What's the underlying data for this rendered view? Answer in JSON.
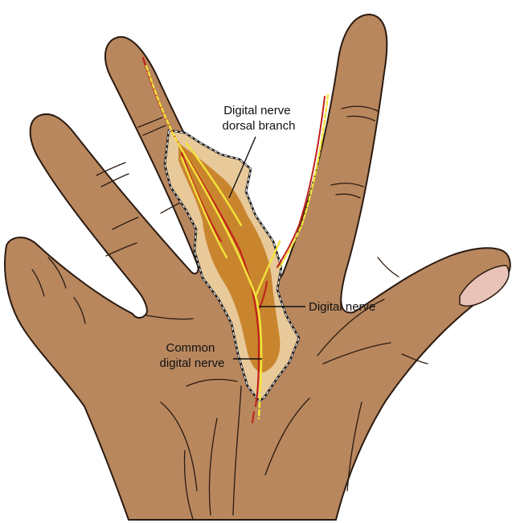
{
  "labels": {
    "dorsal_branch_line1": "Digital nerve",
    "dorsal_branch_line2": "dorsal branch",
    "digital_nerve": "Digital nerve",
    "common_line1": "Common",
    "common_line2": "digital nerve"
  },
  "colors": {
    "skin": "#B8875E",
    "skin_outline": "#2a1a10",
    "flap_light": "#E8C99A",
    "flap_dark": "#C9852E",
    "nerve": "#F2E33A",
    "artery": "#C0201A",
    "nail": "#E9C3B8"
  }
}
